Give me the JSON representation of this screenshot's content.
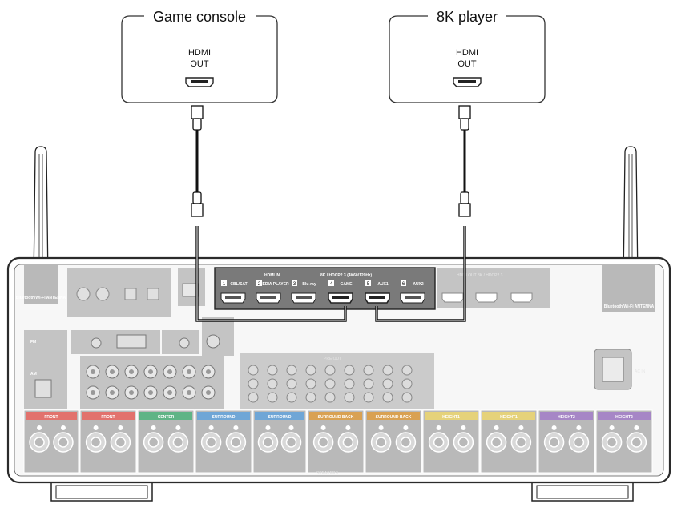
{
  "devices": [
    {
      "name": "Game console",
      "port_line1": "HDMI",
      "port_line2": "OUT"
    },
    {
      "name": "8K player",
      "port_line1": "HDMI",
      "port_line2": "OUT"
    }
  ],
  "receiver": {
    "hdmi_in_title": "HDMI IN",
    "hdmi_in_subtitle": "8K / HDCP2.3  (4K60/120Hz)",
    "hdmi_in_ports": [
      {
        "num": "1",
        "label": "CBL/SAT"
      },
      {
        "num": "2",
        "label": "MEDIA PLAYER"
      },
      {
        "num": "3",
        "label": "Blu-ray"
      },
      {
        "num": "4",
        "label": "GAME"
      },
      {
        "num": "5",
        "label": "AUX1"
      },
      {
        "num": "6",
        "label": "AUX2"
      }
    ],
    "hdmi_out_label": "HDMI OUT  8K / HDCP2.3",
    "ac_in_label": "AC IN",
    "antenna_label": "Bluetooth/Wi-Fi ANTENNA",
    "fm_label": "FM",
    "am_label": "AM",
    "speakers_label": "SPEAKERS",
    "pre_out_label": "PRE OUT",
    "speaker_groups": [
      "FRONT",
      "FRONT",
      "CENTER",
      "SURROUND",
      "SURROUND",
      "SURROUND BACK",
      "SURROUND BACK",
      "HEIGHT1",
      "HEIGHT1",
      "HEIGHT2",
      "HEIGHT2"
    ],
    "colors": {
      "panel": "#b9b9b9",
      "outline": "#2b2b2b",
      "hdmi_panel": "#7a7a7a",
      "front": "#e2726d",
      "center": "#5fb486",
      "surround": "#6fa6d6",
      "surround_back": "#d9a152",
      "height1": "#e5d27a",
      "height2": "#a686c6"
    }
  }
}
